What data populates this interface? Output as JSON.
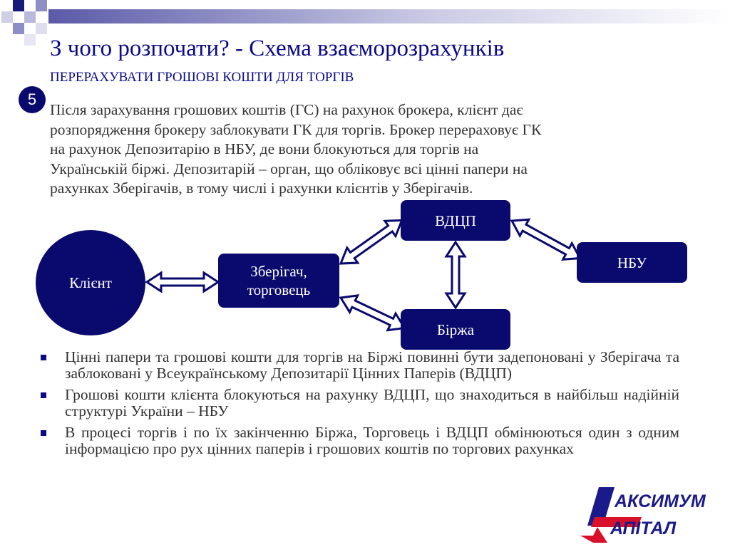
{
  "slide": {
    "title": "З чого розпочати? - Схема взаєморозрахунків",
    "subtitle": "ПЕРЕРАХУВАТИ ГРОШОВІ КОШТИ ДЛЯ ТОРГІВ",
    "step_number": "5",
    "intro_lines": [
      "Після зарахування грошових коштів (ГС) на рахунок брокера, клієнт дає",
      "розпорядження  брокеру заблокувати ГК для торгів. Брокер перераховує ГК",
      "на рахунок Депозитарію в НБУ, де вони блокуються для торгів на",
      "Українській біржі. Депозитарій – орган, що обліковує всі цінні папери на",
      "рахунках Зберігачів, в тому числі і рахунки клієнтів у Зберігачів."
    ]
  },
  "diagram": {
    "client": "Клієнт",
    "custodian_line1": "Зберігач,",
    "custodian_line2": "торговець",
    "vdcp": "ВДЦП",
    "nbu": "НБУ",
    "exchange": "Біржа"
  },
  "bullets": [
    "Цінні папери та грошові кошти для торгів на Біржі повинні бути задепоновані у Зберігача та заблоковані у Всеукраїнському Депозитарії Цінних Паперів (ВДЦП)",
    "Грошові кошти клієнта блокуються на рахунку ВДЦП, що знаходиться в найбільш надійній структурі України – НБУ",
    "В процесі торгів і по їх закінченню Біржа, Торговець і ВДЦП обмінюються один з одним інформацією про рух цінних паперів і грошових коштів по торгових рахунках"
  ],
  "logo": {
    "line1": "АКСИМУМ",
    "line2": "АПІТАЛ"
  },
  "colors": {
    "primary": "#0a0a6e",
    "title": "#0a0a8a",
    "text": "#333333",
    "accent_red": "#d8102a"
  }
}
